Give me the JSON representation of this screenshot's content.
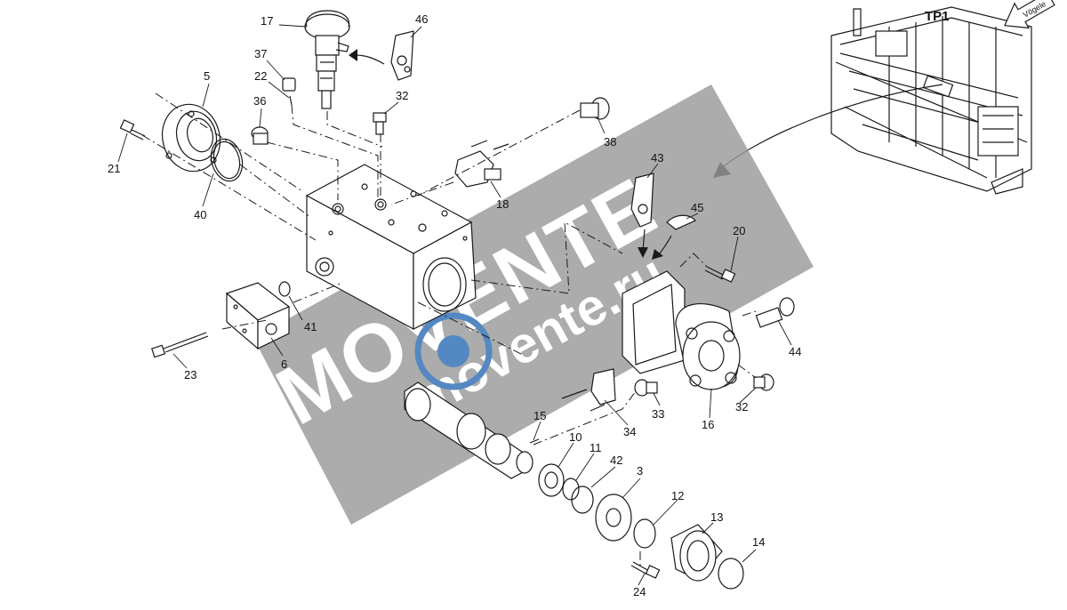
{
  "frame_label": "TP1",
  "brand_arrow_text": "Vögele",
  "watermark": {
    "logo": "MOVENTE",
    "url": "movente.ru"
  },
  "callouts": [
    "17",
    "46",
    "37",
    "22",
    "32",
    "5",
    "36",
    "38",
    "21",
    "18",
    "40",
    "43",
    "45",
    "20",
    "41",
    "6",
    "23",
    "44",
    "33",
    "34",
    "16",
    "32",
    "15",
    "10",
    "11",
    "42",
    "3",
    "12",
    "13",
    "14",
    "24"
  ],
  "colors": {
    "line": "#1a1a1a",
    "watermark_bg": "#9a9a9a",
    "watermark_logo": "#2f6fb5"
  }
}
